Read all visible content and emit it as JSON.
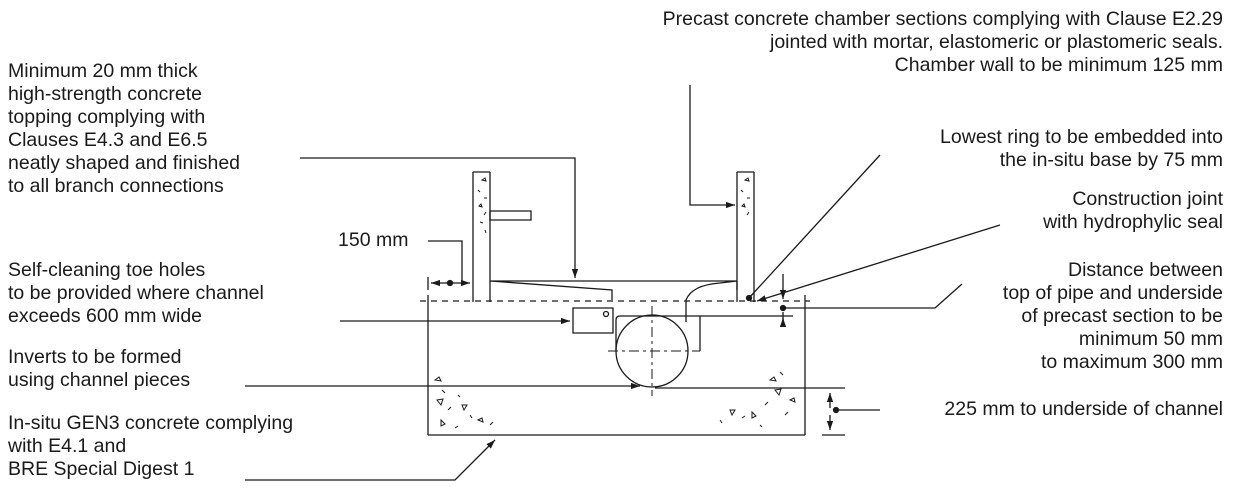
{
  "annotations": {
    "precast_chamber": [
      "Precast concrete chamber sections complying with Clause E2.29",
      "jointed with mortar, elastomeric or plastomeric seals.",
      "Chamber wall to be minimum 125 mm"
    ],
    "topping": [
      "Minimum 20 mm thick",
      "high-strength concrete",
      "topping complying with",
      "Clauses E4.3 and E6.5",
      "neatly shaped and finished",
      "to all branch connections"
    ],
    "lowest_ring": [
      "Lowest ring to be embedded into",
      "the in-situ base by 75 mm"
    ],
    "construction_joint": [
      "Construction joint",
      "with hydrophylic seal"
    ],
    "dim_150": "150 mm",
    "toe_holes": [
      "Self-cleaning toe holes",
      "to be provided where channel",
      "exceeds 600 mm wide"
    ],
    "distance": [
      "Distance between",
      "top of pipe and underside",
      "of precast section to be",
      "minimum 50 mm",
      "to maximum 300 mm"
    ],
    "inverts": [
      "Inverts to be formed",
      "using channel pieces"
    ],
    "insitu": [
      "In-situ GEN3 concrete complying",
      "with E4.1 and",
      "BRE Special Digest 1"
    ],
    "dim_225": "225 mm to underside of channel"
  }
}
